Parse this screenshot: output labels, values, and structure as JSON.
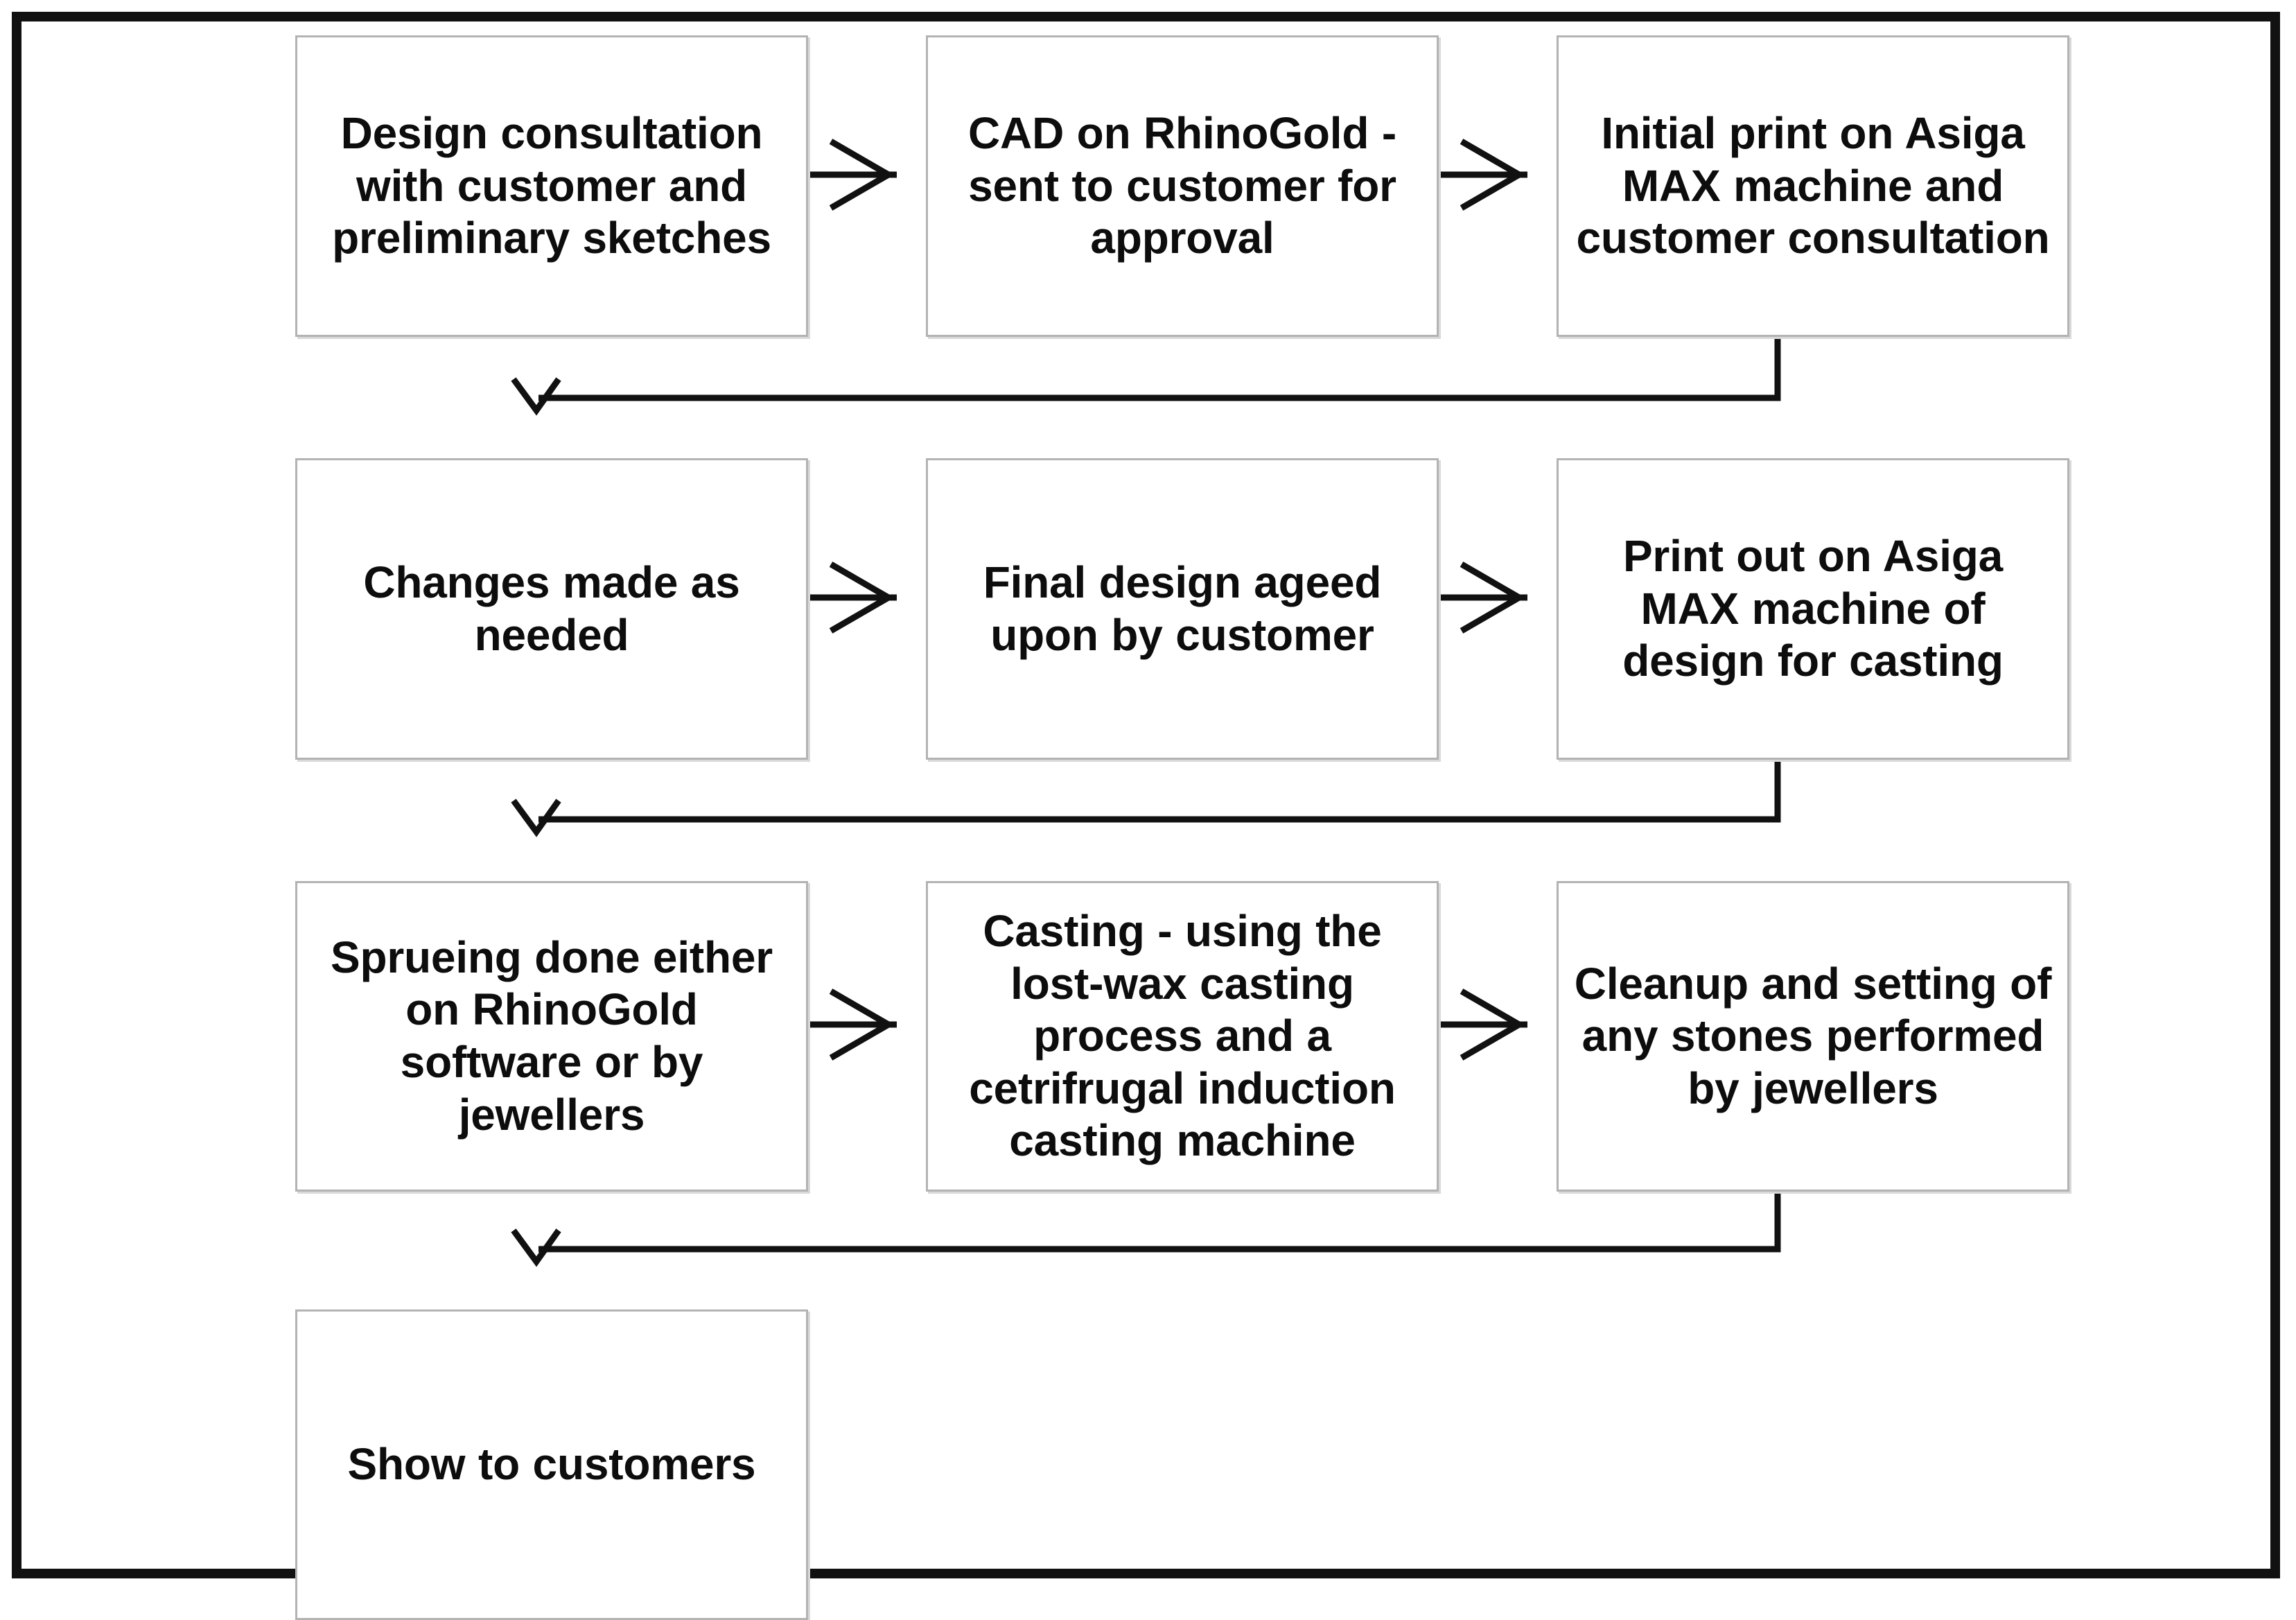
{
  "diagram": {
    "title": "Jewellery design and manufacturing process flowchart",
    "frame_color": "#111111",
    "node_border_color": "#b3b3b3",
    "node_fill": "#ffffff",
    "connector_color": "#111111",
    "text_color": "#0d0d0d"
  },
  "nodes": [
    {
      "id": "n1",
      "row": 1,
      "col": 1,
      "text": "Design consultation with customer and preliminary sketches"
    },
    {
      "id": "n2",
      "row": 1,
      "col": 2,
      "text": "CAD on RhinoGold - sent to customer for approval"
    },
    {
      "id": "n3",
      "row": 1,
      "col": 3,
      "text": "Initial print on Asiga MAX machine and customer consultation"
    },
    {
      "id": "n4",
      "row": 2,
      "col": 1,
      "text": "Changes made as needed"
    },
    {
      "id": "n5",
      "row": 2,
      "col": 2,
      "text": "Final design ageed upon by customer"
    },
    {
      "id": "n6",
      "row": 2,
      "col": 3,
      "text": "Print out on Asiga MAX machine of design for casting"
    },
    {
      "id": "n7",
      "row": 3,
      "col": 1,
      "text": "Sprueing done either on RhinoGold software or by jewellers"
    },
    {
      "id": "n8",
      "row": 3,
      "col": 2,
      "text": "Casting - using the lost-wax casting process and a cetrifrugal induction casting machine"
    },
    {
      "id": "n9",
      "row": 3,
      "col": 3,
      "text": "Cleanup and setting of any stones performed by jewellers"
    },
    {
      "id": "n10",
      "row": 4,
      "col": 1,
      "text": "Show to customers"
    }
  ],
  "connectors": [
    {
      "id": "a1",
      "from": "n1",
      "to": "n2",
      "kind": "arrow-right"
    },
    {
      "id": "a2",
      "from": "n2",
      "to": "n3",
      "kind": "arrow-right"
    },
    {
      "id": "a3",
      "from": "n3",
      "to": "n4",
      "kind": "elbow-down-left"
    },
    {
      "id": "a4",
      "from": "n4",
      "to": "n5",
      "kind": "arrow-right"
    },
    {
      "id": "a5",
      "from": "n5",
      "to": "n6",
      "kind": "arrow-right"
    },
    {
      "id": "a6",
      "from": "n6",
      "to": "n7",
      "kind": "elbow-down-left"
    },
    {
      "id": "a7",
      "from": "n7",
      "to": "n8",
      "kind": "arrow-right"
    },
    {
      "id": "a8",
      "from": "n8",
      "to": "n9",
      "kind": "arrow-right"
    },
    {
      "id": "a9",
      "from": "n9",
      "to": "n10",
      "kind": "elbow-down-left"
    }
  ]
}
